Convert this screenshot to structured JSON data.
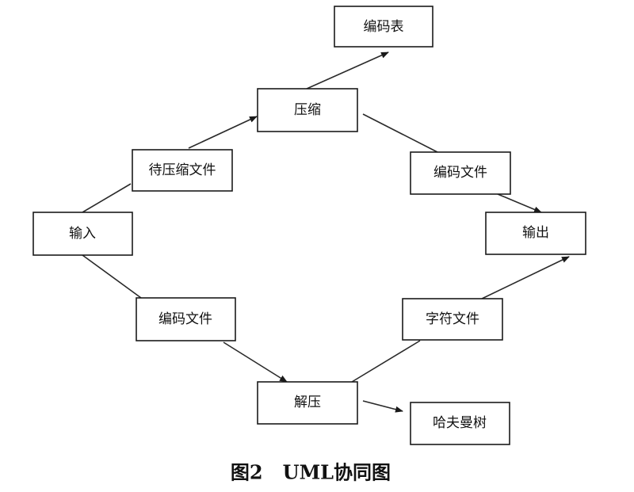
{
  "nodes": {
    "encoding_table": "编码表",
    "compress": "压缩",
    "to_compress_file": "待压缩文件",
    "encoded_file_top": "编码文件",
    "input": "输入",
    "output": "输出",
    "encoded_file_bottom": "编码文件",
    "char_file": "字符文件",
    "decompress": "解压",
    "huffman_tree": "哈夫曼树"
  },
  "caption": "图2   UML协同图",
  "colors": {
    "stroke": "#1a1a1a",
    "background": "#ffffff"
  }
}
